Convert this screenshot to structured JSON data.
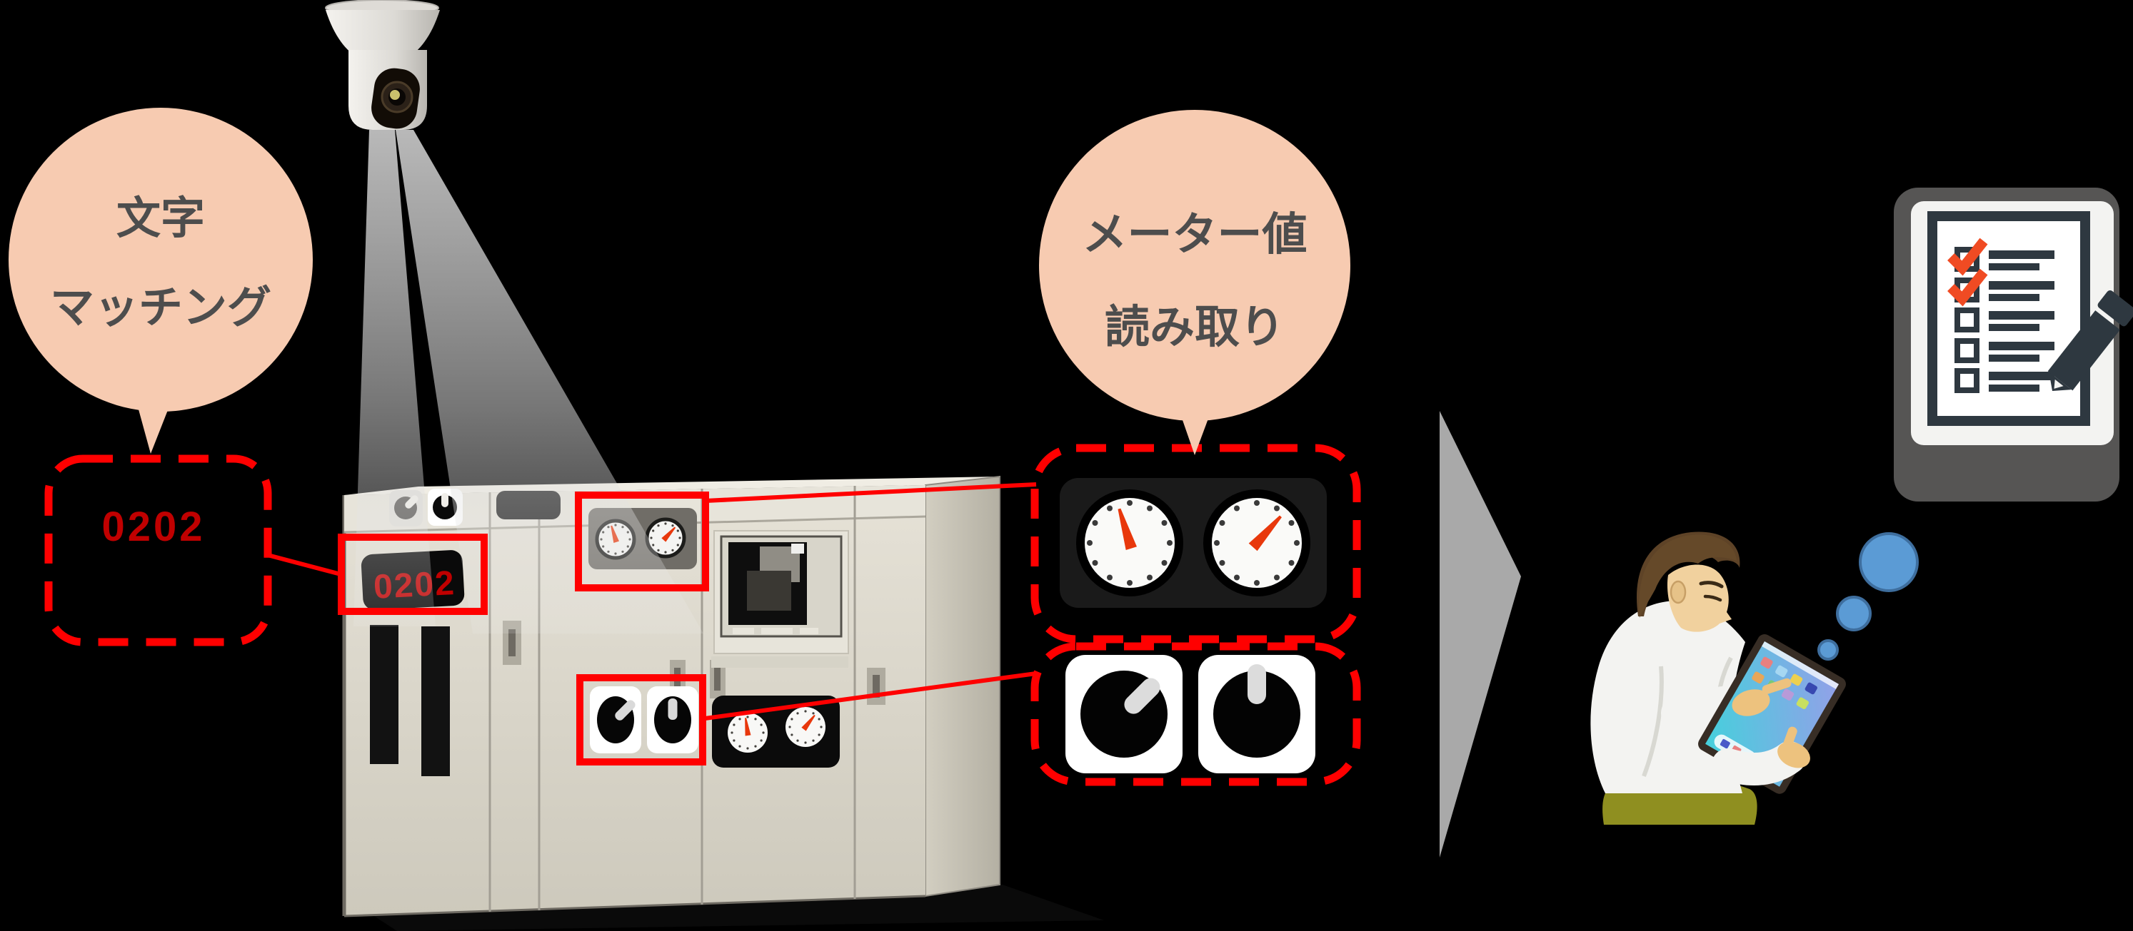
{
  "diagram": {
    "background_color": "#000000",
    "bubbles": [
      {
        "id": "text-matching",
        "lines": [
          "文字",
          "マッチング"
        ],
        "fill": "#F7CBB1",
        "text_color": "#4D4D4D"
      },
      {
        "id": "meter-reading",
        "lines": [
          "メーター値",
          "読み取り"
        ],
        "fill": "#F7CBB1",
        "text_color": "#4D4D4D"
      }
    ],
    "matched_text": "0202",
    "machine_label": "0202",
    "colors": {
      "annotation_red": "#FF0000",
      "label_red": "#C00000",
      "needle_orange": "#E8380C",
      "machine_body": "#DDD9CD",
      "thought_bubble_blue": "#5B9BD5",
      "checklist_ink": "#2E3840",
      "checklist_check_orange": "#F04B23",
      "arrow_gray": "#A9A9A9",
      "beam_gray": "#C2C2C2",
      "shirt_white": "#F3F3F1",
      "pants_olive": "#8F8F20",
      "skin": "#EDC27E",
      "hair_brown": "#5E4327"
    },
    "meters": {
      "zoom_gauges": [
        {
          "needle_deg": -17
        },
        {
          "needle_deg": 42
        }
      ],
      "machine_top_gauges": [
        {
          "needle_deg": -17
        },
        {
          "needle_deg": 42
        }
      ],
      "machine_lower_gauges": [
        {
          "needle_deg": -8
        },
        {
          "needle_deg": 38
        }
      ],
      "zoom_knobs": [
        {
          "indicator_deg": -45
        },
        {
          "indicator_deg": 0
        }
      ],
      "machine_knobs": [
        {
          "indicator_deg": -45
        },
        {
          "indicator_deg": 0
        }
      ]
    },
    "checklist": {
      "rows": 5,
      "checked_rows": 2
    },
    "thought_bubbles": 3
  }
}
